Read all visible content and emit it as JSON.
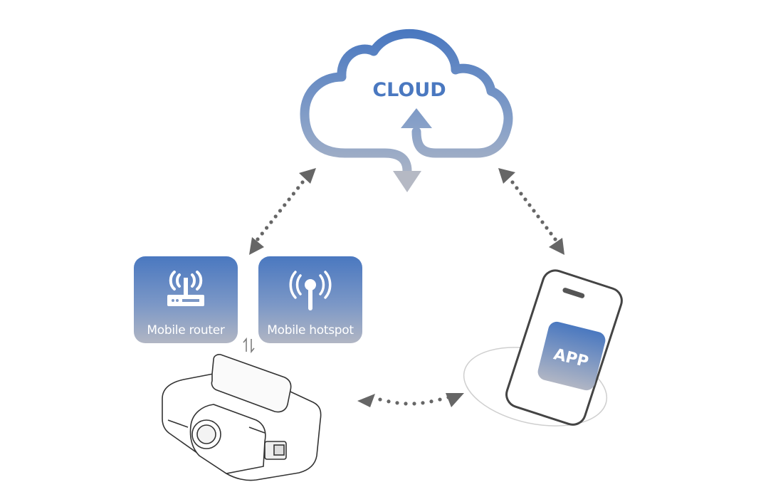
{
  "diagram": {
    "cloud": {
      "label": "CLOUD",
      "icon": "cloud-sync-icon"
    },
    "network_options": [
      {
        "label": "Mobile router",
        "icon": "router-icon"
      },
      {
        "label": "Mobile hotspot",
        "icon": "antenna-icon"
      }
    ],
    "app": {
      "label": "APP",
      "icon": "smartphone-icon"
    },
    "device": {
      "icon": "dashcam-icon"
    },
    "connections": [
      {
        "from": "cloud",
        "to": "network",
        "type": "bidirectional-dotted"
      },
      {
        "from": "cloud",
        "to": "app",
        "type": "bidirectional-dotted"
      },
      {
        "from": "device",
        "to": "app",
        "type": "bidirectional-dotted"
      },
      {
        "from": "network",
        "to": "device",
        "type": "bidirectional-small"
      }
    ],
    "colors": {
      "accent": "#4a78c0",
      "fade": "#b1b6c4",
      "arrow": "#666666"
    }
  }
}
